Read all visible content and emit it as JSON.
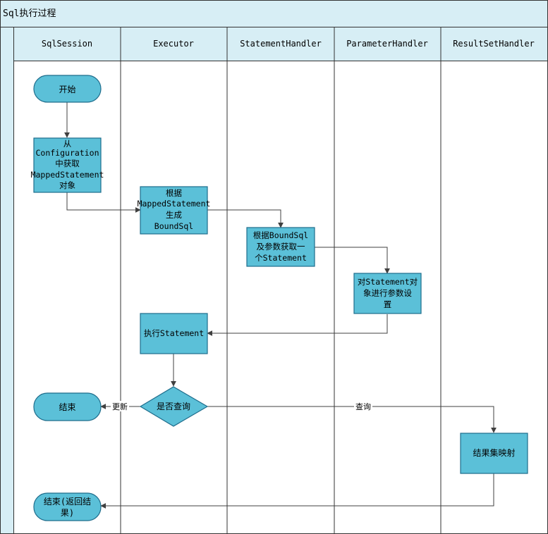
{
  "diagram": {
    "title": "Sql执行过程",
    "lanes": [
      "SqlSession",
      "Executor",
      "StatementHandler",
      "ParameterHandler",
      "ResultSetHandler"
    ],
    "nodes": {
      "start": [
        "开始"
      ],
      "get_ms": [
        "从",
        "Configuration",
        "中获取",
        "MappedStatement",
        "对象"
      ],
      "bound_sql": [
        "根据",
        "MappedStatement",
        "生成",
        "BoundSql"
      ],
      "get_stmt": [
        "根据BoundSql",
        "及参数获取一",
        "个Statement"
      ],
      "set_params": [
        "对Statement对",
        "象进行参数设",
        "置"
      ],
      "exec_stmt": [
        "执行Statement"
      ],
      "is_query": [
        "是否查询"
      ],
      "end": [
        "结束"
      ],
      "result_map": [
        "结果集映射"
      ],
      "end_return": [
        "结束(返回结",
        "果)"
      ]
    },
    "edge_labels": {
      "update": "更新",
      "query": "查询"
    },
    "colors": {
      "fill": "#5BC0D8",
      "stroke": "#1F6D8C",
      "header": "#D7EEF5",
      "lane_line": "#333333",
      "arrow": "#404040"
    }
  }
}
